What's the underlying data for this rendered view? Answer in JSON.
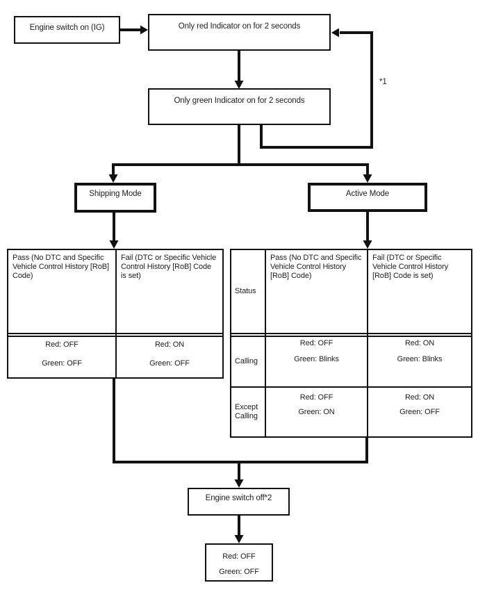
{
  "colors": {
    "line": "#111111",
    "text": "#1c1c1c",
    "background": "#ffffff"
  },
  "flow": {
    "engine_on": "Engine switch on (IG)",
    "red_indicator": "Only red Indicator on for 2 seconds",
    "green_indicator": "Only green Indicator on for 2 seconds",
    "shipping_mode": "Shipping Mode",
    "active_mode": "Active Mode",
    "loop_note": "*1",
    "engine_off": "Engine switch off*2",
    "final_red": "Red: OFF",
    "final_green": "Green: OFF"
  },
  "shipping_table": {
    "pass_header": "Pass (No DTC and Specific Vehicle Control History [RoB] Code)",
    "fail_header": "Fail (DTC or Specific Vehicle Control History [RoB] Code is set)",
    "pass": {
      "red": "Red: OFF",
      "green": "Green: OFF"
    },
    "fail": {
      "red": "Red: ON",
      "green": "Green: OFF"
    }
  },
  "active_table": {
    "status_label": "Status",
    "pass_header": "Pass (No DTC and Specific Vehicle Control History [RoB] Code)",
    "fail_header": "Fail (DTC or Specific Vehicle Control History [RoB] Code is set)",
    "rows": [
      {
        "label": "Calling",
        "pass_red": "Red: OFF",
        "pass_green": "Green: Blinks",
        "fail_red": "Red: ON",
        "fail_green": "Green: Blinks"
      },
      {
        "label": "Except Calling",
        "pass_red": "Red: OFF",
        "pass_green": "Green: ON",
        "fail_red": "Red: ON",
        "fail_green": "Green: OFF"
      }
    ]
  }
}
